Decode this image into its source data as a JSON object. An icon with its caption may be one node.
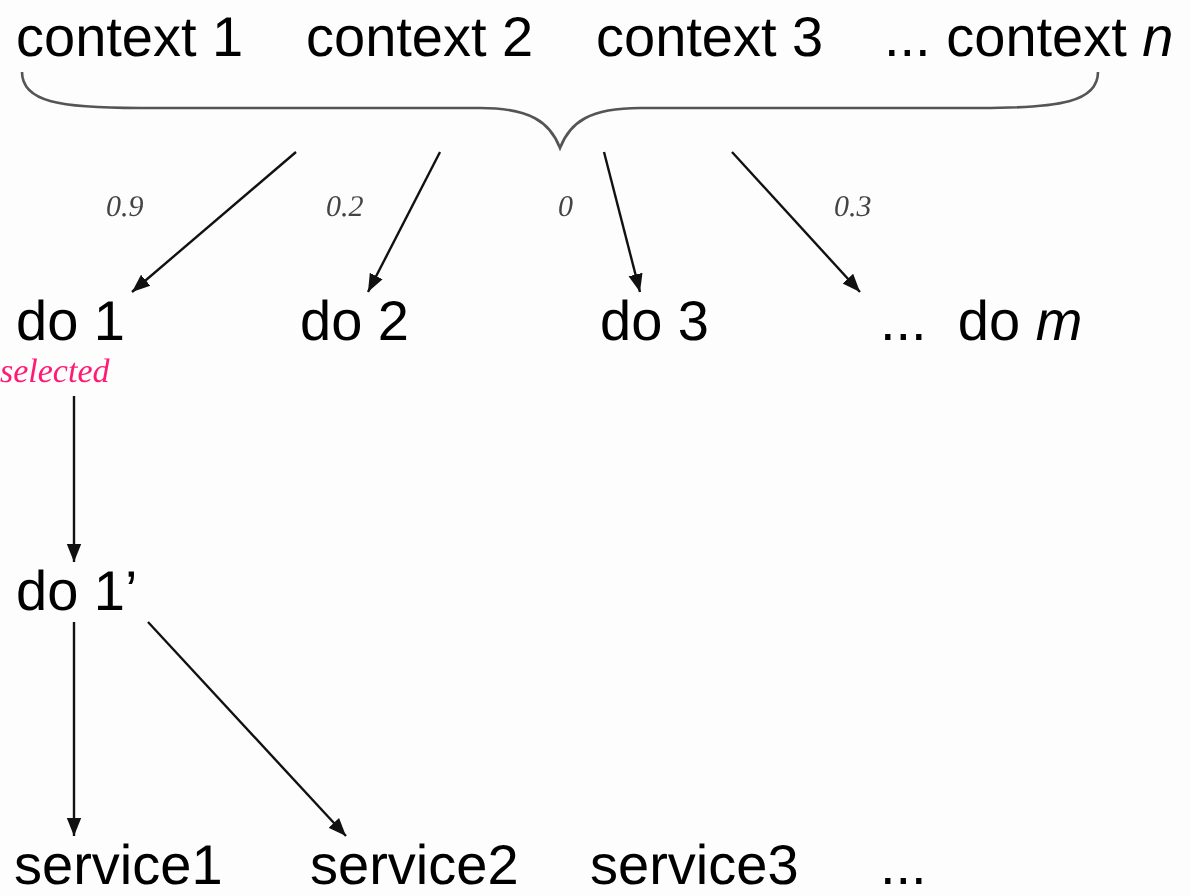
{
  "diagram": {
    "nodes": [
      {
        "text": [
          "context 1"
        ]
      },
      {
        "text": [
          "context 2"
        ]
      },
      {
        "text": [
          "context 3"
        ]
      },
      {
        "text": [
          "... context *n*"
        ]
      },
      {
        "text": [],
        "shape": "brace"
      },
      {
        "text": [
          "do 1"
        ],
        "beside": [
          "selected"
        ]
      },
      {
        "text": [
          "do 2"
        ]
      },
      {
        "text": [
          "do 3"
        ]
      },
      {
        "text": [
          "...  do *m*"
        ]
      },
      {
        "text": [
          "do 1’"
        ]
      },
      {
        "text": [
          "service1"
        ]
      },
      {
        "text": [
          "service2"
        ]
      },
      {
        "text": [
          "service3"
        ]
      }
    ],
    "edges": [
      {
        "from": 4,
        "to": 5,
        "arrow": "to",
        "label": "0.9"
      },
      {
        "from": 4,
        "to": 6,
        "arrow": "to",
        "label": "0.2"
      },
      {
        "from": 4,
        "to": 7,
        "arrow": "to",
        "label": "0"
      },
      {
        "from": 4,
        "to": 8,
        "arrow": "to",
        "label": "0.3"
      },
      {
        "from": 5,
        "to": 9,
        "arrow": "to"
      },
      {
        "from": 9,
        "to": 10,
        "arrow": "to"
      },
      {
        "from": 9,
        "to": 11,
        "arrow": "to"
      }
    ],
    "labels": [
      "..."
    ]
  }
}
